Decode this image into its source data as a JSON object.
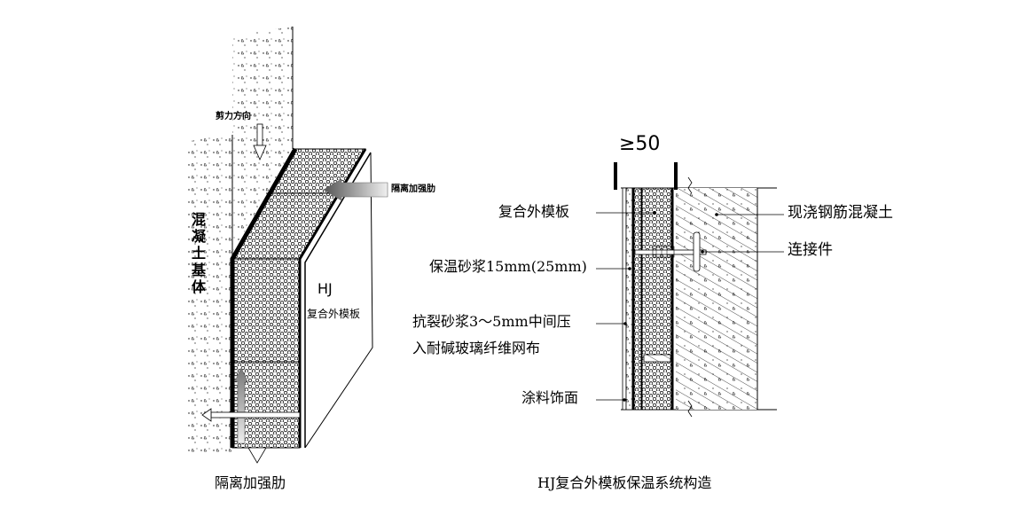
{
  "left_figure": {
    "shear_label": "剪力方向",
    "rib_label": "隔离加强肋",
    "concrete_base_chars": [
      "混",
      "凝",
      "土",
      "基",
      "体"
    ],
    "panel_code": "HJ",
    "panel_name": "复合外模板",
    "caption": "隔离加强肋"
  },
  "right_figure": {
    "dimension": "≥50",
    "labels_left": {
      "composite_board": "复合外模板",
      "insulation_mortar": "保温砂浆15mm(25mm)",
      "anti_crack_line1": "抗裂砂浆3～5mm中间压",
      "anti_crack_line2": "入耐碱玻璃纤维网布",
      "finish_coat": "涂料饰面"
    },
    "labels_right": {
      "cast_concrete": "现浇钢筋混凝土",
      "connector": "连接件"
    },
    "caption": "HJ复合外模板保温系统构造"
  }
}
